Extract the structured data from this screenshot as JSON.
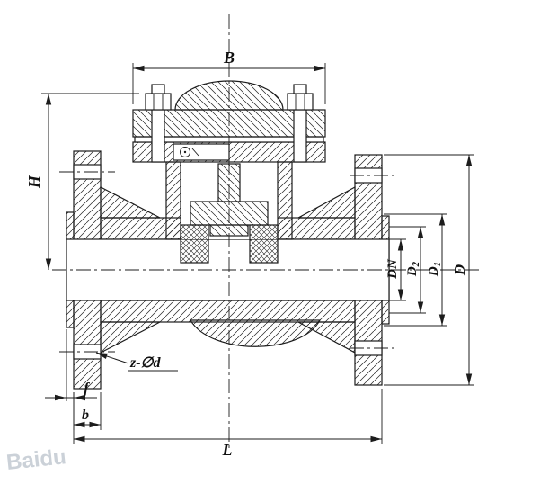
{
  "drawing": {
    "type": "check-valve-cross-section",
    "dims": {
      "B": "B",
      "H": "H",
      "DN": "DN",
      "D2": {
        "base": "D",
        "sub": "2"
      },
      "D1": {
        "base": "D",
        "sub": "1"
      },
      "D": "D",
      "z_d": "z-∅d",
      "f": "f",
      "b": "b",
      "L": "L"
    },
    "watermark": "Baidu",
    "colors": {
      "line": "#1c1c1c",
      "background": "#ffffff",
      "watermark": "#a9b4bf"
    }
  }
}
